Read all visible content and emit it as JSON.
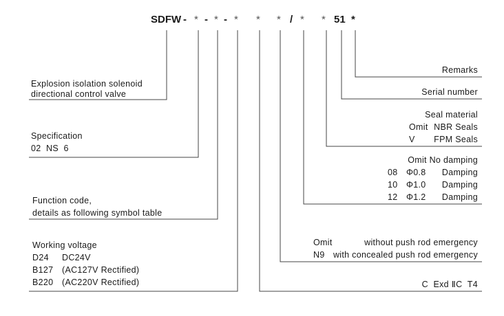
{
  "model_code": {
    "prefix": "SDFW",
    "dash": "-",
    "star": "*",
    "slash": "/",
    "serial": "51",
    "tail": "*"
  },
  "left_blocks": {
    "valve_type": [
      "Explosion isolation solenoid",
      "directional control valve"
    ],
    "specification": [
      "Specification",
      "02  NS  6"
    ],
    "function_code": [
      "Function code,",
      "details as following symbol table"
    ],
    "voltage_title": "Working voltage",
    "voltage_rows": [
      {
        "code": "D24",
        "desc": "DC24V"
      },
      {
        "code": "B127",
        "desc": "(AC127V Rectified)"
      },
      {
        "code": "B220",
        "desc": "(AC220V Rectified)"
      }
    ]
  },
  "right_blocks": {
    "remarks": "Remarks",
    "serial_number": "Serial number",
    "seal_title": "Seal material",
    "seal_rows": [
      {
        "code": "Omit",
        "desc": "NBR Seals"
      },
      {
        "code": "V",
        "desc": "FPM Seals"
      }
    ],
    "damping_title": "Omit No damping",
    "damping_rows": [
      {
        "code": "08",
        "value": "Φ0.8",
        "desc": "Damping"
      },
      {
        "code": "10",
        "value": "Φ1.0",
        "desc": "Damping"
      },
      {
        "code": "12",
        "value": "Φ1.2",
        "desc": "Damping"
      }
    ],
    "emergency_rows": [
      {
        "code": "Omit",
        "desc": "without push rod emergency"
      },
      {
        "code": "N9",
        "desc": "with concealed push rod emergency"
      }
    ],
    "explosion_mark": "C  Exd ⅡC  T4"
  }
}
